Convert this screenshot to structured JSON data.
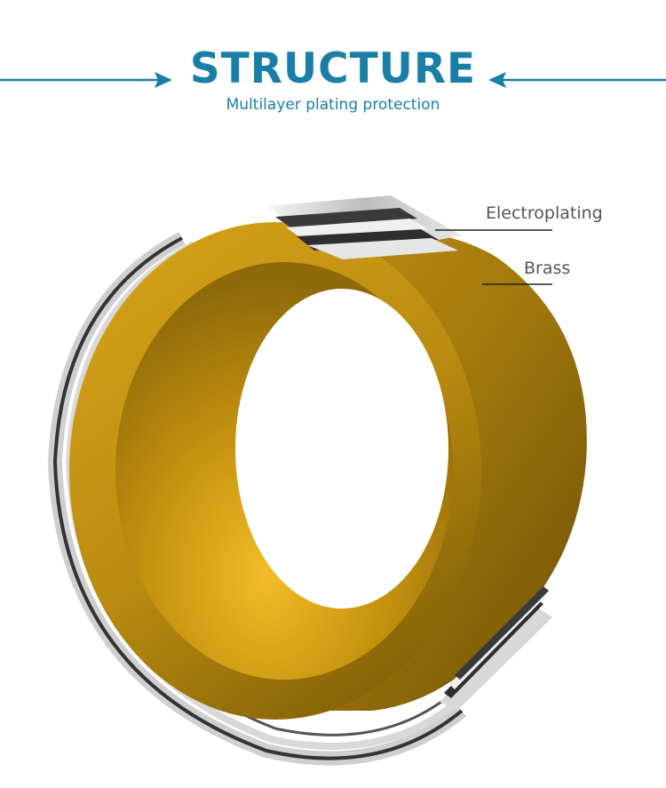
{
  "header": {
    "title": "STRUCTURE",
    "subtitle": "Multilayer plating protection"
  },
  "labels": {
    "electroplating": "Electroplating",
    "brass": "Brass"
  },
  "colors": {
    "accent": "#1a7fa6",
    "brass_light": "#e8b21c",
    "brass_dark": "#7a5a08",
    "plating": "#c9c9c9",
    "label_text": "#555555"
  },
  "icons": {
    "left_arrow": "arrow-right-icon",
    "right_arrow": "arrow-left-icon"
  }
}
